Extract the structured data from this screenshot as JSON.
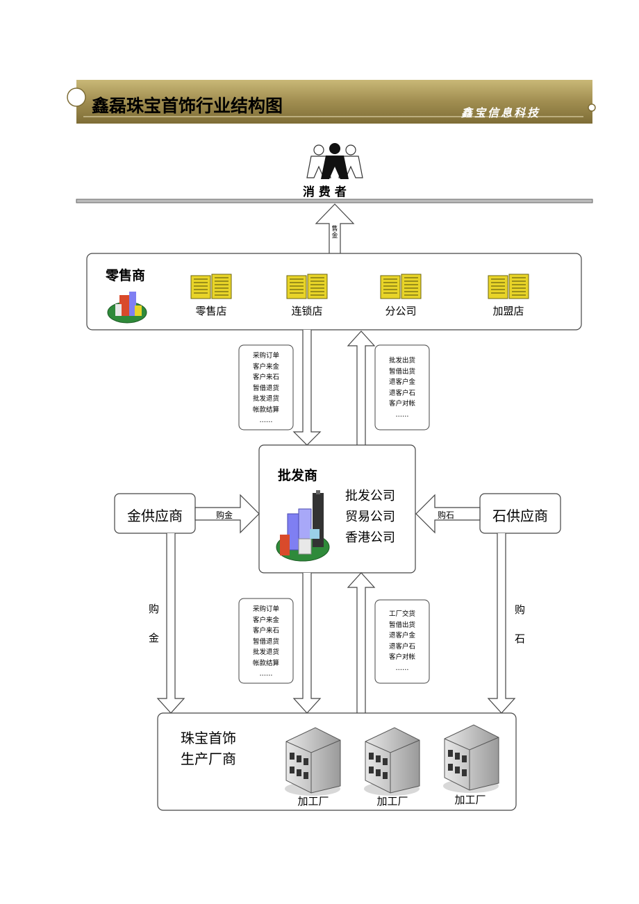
{
  "banner": {
    "title": "鑫磊珠宝首饰行业结构图",
    "brand": "鑫宝信息科技"
  },
  "consumer": {
    "label": "消 费 者"
  },
  "arrow_top": {
    "label": "售金"
  },
  "retailer": {
    "title": "零售商",
    "items": [
      "零售店",
      "连锁店",
      "分公司",
      "加盟店"
    ]
  },
  "flow_retail_down": {
    "lines": [
      "采购订单",
      "客户来金",
      "客户来石",
      "暂借退货",
      "批发退货",
      "帐款结算",
      "……"
    ]
  },
  "flow_retail_up": {
    "lines": [
      "批发出货",
      "暂借出货",
      "退客户金",
      "退客户石",
      "客户对帐",
      "……"
    ]
  },
  "wholesaler": {
    "title": "批发商",
    "items": [
      "批发公司",
      "贸易公司",
      "香港公司"
    ]
  },
  "gold_supplier": {
    "title": "金供应商",
    "arrow_label": "购金",
    "down_label_1": "购",
    "down_label_2": "金"
  },
  "stone_supplier": {
    "title": "石供应商",
    "arrow_label": "购石",
    "down_label_1": "购",
    "down_label_2": "石"
  },
  "flow_factory_down": {
    "lines": [
      "采购订单",
      "客户来金",
      "客户来石",
      "暂借退货",
      "批发退货",
      "帐款结算",
      "……"
    ]
  },
  "flow_factory_up": {
    "lines": [
      "工厂交货",
      "暂借出货",
      "退客户金",
      "退客户石",
      "客户对帐",
      "……"
    ]
  },
  "manufacturer": {
    "title_line1": "珠宝首饰",
    "title_line2": "生产厂商",
    "items": [
      "加工厂",
      "加工厂",
      "加工厂"
    ]
  },
  "colors": {
    "banner_bg": "#9c8a4e",
    "building_yellow": "#e8d428",
    "building_blue": "#7f7ff2",
    "ground_green": "#2f8a3a"
  }
}
